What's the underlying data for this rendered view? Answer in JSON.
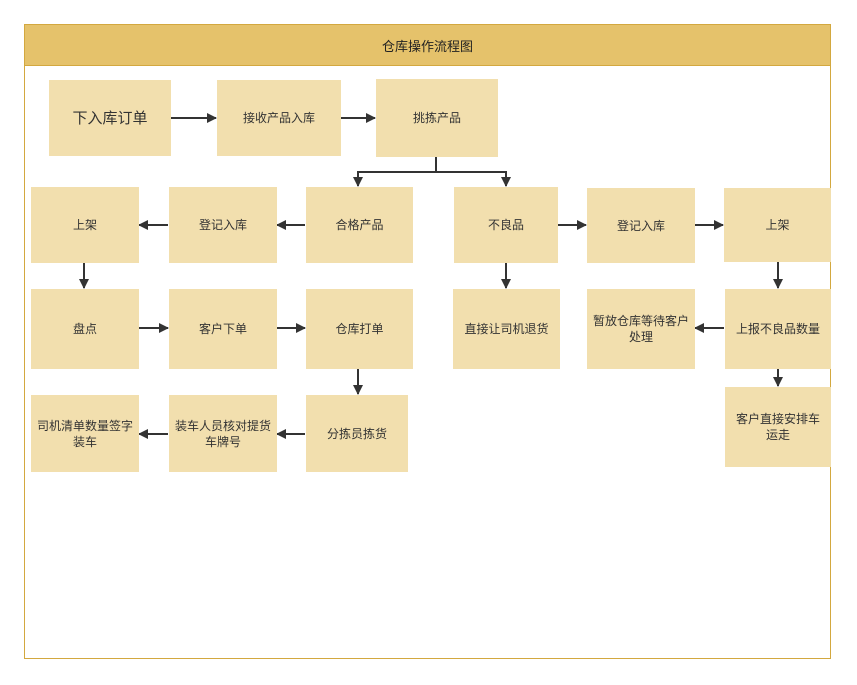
{
  "diagram": {
    "title": "仓库操作流程图",
    "nodes": {
      "n1": "下入库订单",
      "n2": "接收产品入库",
      "n3": "挑拣产品",
      "n4": "上架",
      "n5": "登记入库",
      "n6": "合格产品",
      "n7": "不良品",
      "n8": "登记入库",
      "n9": "上架",
      "n10": "盘点",
      "n11": "客户下单",
      "n12": "仓库打单",
      "n13": "直接让司机退货",
      "n14": "暂放仓库等待客户处理",
      "n15": "上报不良品数量",
      "n16": "司机清单数量签字装车",
      "n17": "装车人员核对提货车牌号",
      "n18": "分拣员拣货",
      "n19": "客户直接安排车运走"
    },
    "edges": [
      [
        "n1",
        "n2"
      ],
      [
        "n2",
        "n3"
      ],
      [
        "n3",
        "n6"
      ],
      [
        "n3",
        "n7"
      ],
      [
        "n6",
        "n5"
      ],
      [
        "n5",
        "n4"
      ],
      [
        "n4",
        "n10"
      ],
      [
        "n10",
        "n11"
      ],
      [
        "n11",
        "n12"
      ],
      [
        "n12",
        "n18"
      ],
      [
        "n18",
        "n17"
      ],
      [
        "n17",
        "n16"
      ],
      [
        "n7",
        "n8"
      ],
      [
        "n8",
        "n9"
      ],
      [
        "n7",
        "n13"
      ],
      [
        "n9",
        "n15"
      ],
      [
        "n15",
        "n14"
      ],
      [
        "n15",
        "n19"
      ]
    ]
  }
}
